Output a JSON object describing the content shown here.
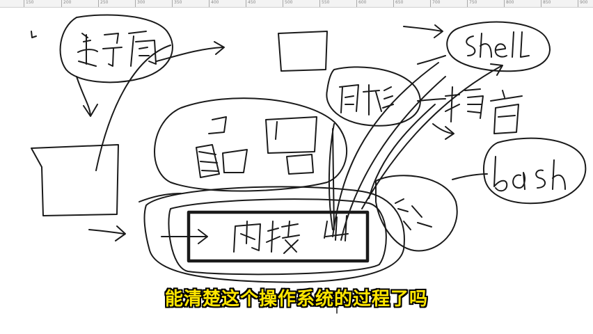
{
  "ruler": {
    "labels": [
      "150",
      "200",
      "250",
      "300",
      "350",
      "400",
      "450",
      "500",
      "550",
      "600",
      "650",
      "700",
      "750",
      "800",
      "850",
      "900"
    ]
  },
  "subtitle": "能清楚这个操作系统的过程了吗",
  "colors": {
    "ink": "#1a1a1a",
    "subtitle_fill": "#ffe600",
    "subtitle_outline": "#000000"
  }
}
